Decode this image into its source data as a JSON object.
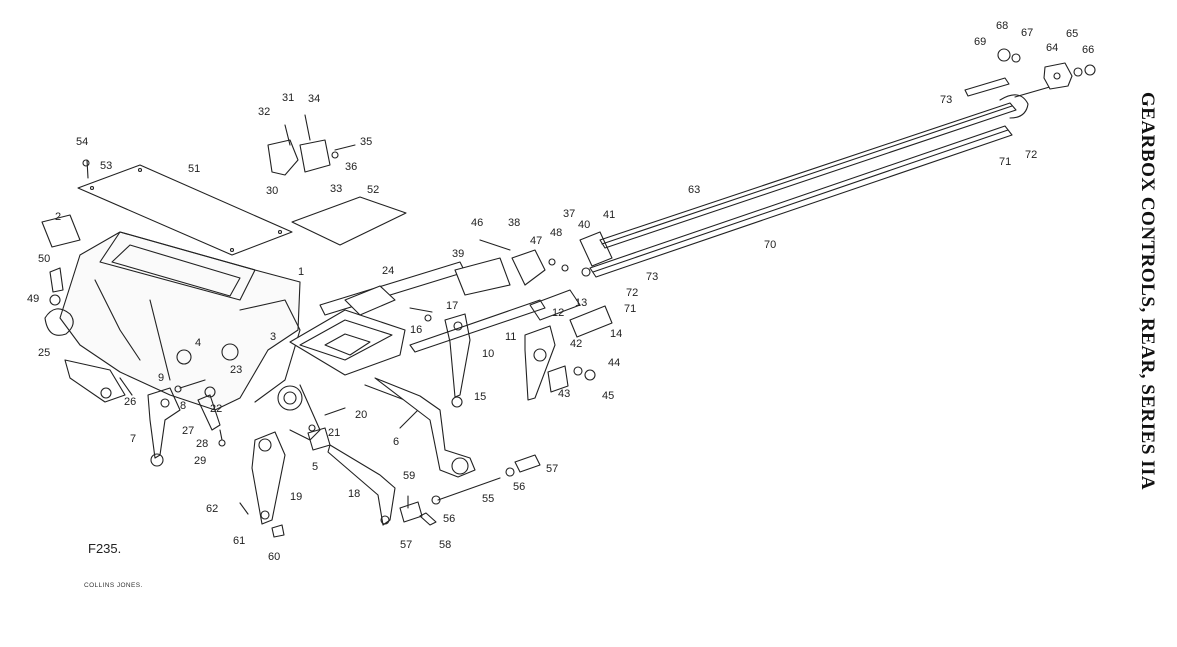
{
  "title": "GEARBOX CONTROLS, REAR, SERIES IIA",
  "figure_code": "F235.",
  "artist_credit": "COLLINS JONES.",
  "part_labels": [
    "1",
    "2",
    "3",
    "4",
    "5",
    "6",
    "7",
    "8",
    "9",
    "10",
    "11",
    "12",
    "13",
    "14",
    "15",
    "16",
    "17",
    "18",
    "19",
    "20",
    "21",
    "22",
    "23",
    "24",
    "25",
    "26",
    "27",
    "28",
    "29",
    "30",
    "31",
    "32",
    "33",
    "34",
    "35",
    "36",
    "37",
    "38",
    "39",
    "40",
    "41",
    "42",
    "43",
    "44",
    "45",
    "46",
    "47",
    "48",
    "49",
    "50",
    "51",
    "52",
    "53",
    "54",
    "55",
    "56",
    "56",
    "57",
    "57",
    "58",
    "59",
    "60",
    "61",
    "62",
    "63",
    "64",
    "65",
    "66",
    "67",
    "68",
    "69",
    "70",
    "71",
    "71",
    "72",
    "72",
    "73",
    "73"
  ]
}
